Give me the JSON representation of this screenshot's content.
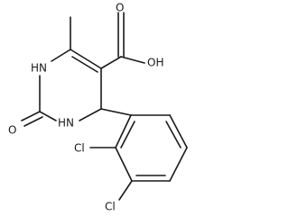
{
  "molecule": {
    "atom_labels": {
      "hydroxyl": "OH",
      "carbonyl_o_acid": "O",
      "nh_top": "HN",
      "nh_bottom": "HN",
      "ring_carbonyl_o": "O",
      "cl_upper": "Cl",
      "cl_lower": "Cl"
    },
    "colors": {
      "bond": "#1a1a1a",
      "label": "#1a1a1a",
      "background": "#ffffff"
    }
  }
}
